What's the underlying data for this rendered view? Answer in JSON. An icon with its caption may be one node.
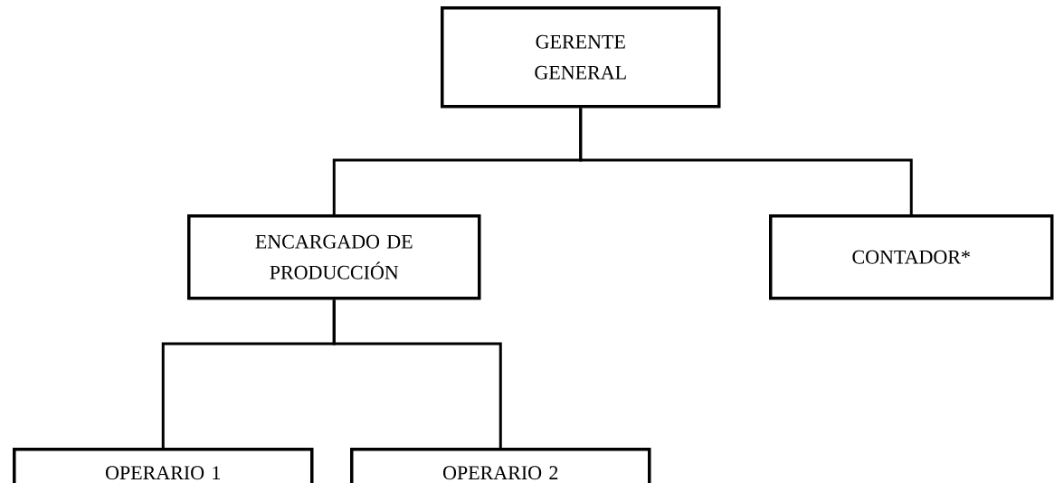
{
  "diagram": {
    "nodes": [
      {
        "text": [
          "GERENTE GENERAL"
        ]
      },
      {
        "text": [
          "ENCARGADO DE PRODUCCIÓN"
        ]
      },
      {
        "text": [
          "CONTADOR*"
        ]
      },
      {
        "text": [
          "OPERARIO 1"
        ]
      },
      {
        "text": [
          "OPERARIO 2"
        ]
      }
    ],
    "edges": [
      {
        "from": 0,
        "to": 1,
        "arrow": "none"
      },
      {
        "from": 0,
        "to": 2,
        "arrow": "none"
      },
      {
        "from": 1,
        "to": 3,
        "arrow": "none"
      },
      {
        "from": 1,
        "to": 4,
        "arrow": "none"
      }
    ]
  }
}
